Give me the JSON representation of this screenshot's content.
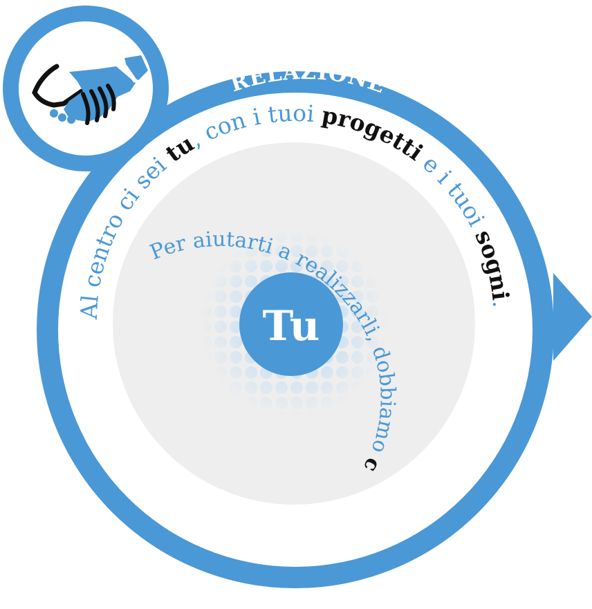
{
  "diagram": {
    "title": "RELAZIONE",
    "center_label": "Tu",
    "outer_text": {
      "part1": "Al centro ci sei ",
      "bold1": "tu",
      "part2": ", con i tuoi ",
      "bold2": "progetti",
      "part3": " e i tuoi ",
      "bold3": "sogni",
      "part4": "."
    },
    "inner_text": {
      "part1": "Per aiutarti a realizzarli, dobbiamo ",
      "bold1": "conoscerti",
      "part2": "."
    },
    "icon": "handshake-icon",
    "colors": {
      "ring_blue": "#4b98d6",
      "dark_text": "#111111",
      "light_gray": "#eeeeee",
      "dot_blue": "#cfe1f2",
      "white": "#ffffff"
    }
  }
}
